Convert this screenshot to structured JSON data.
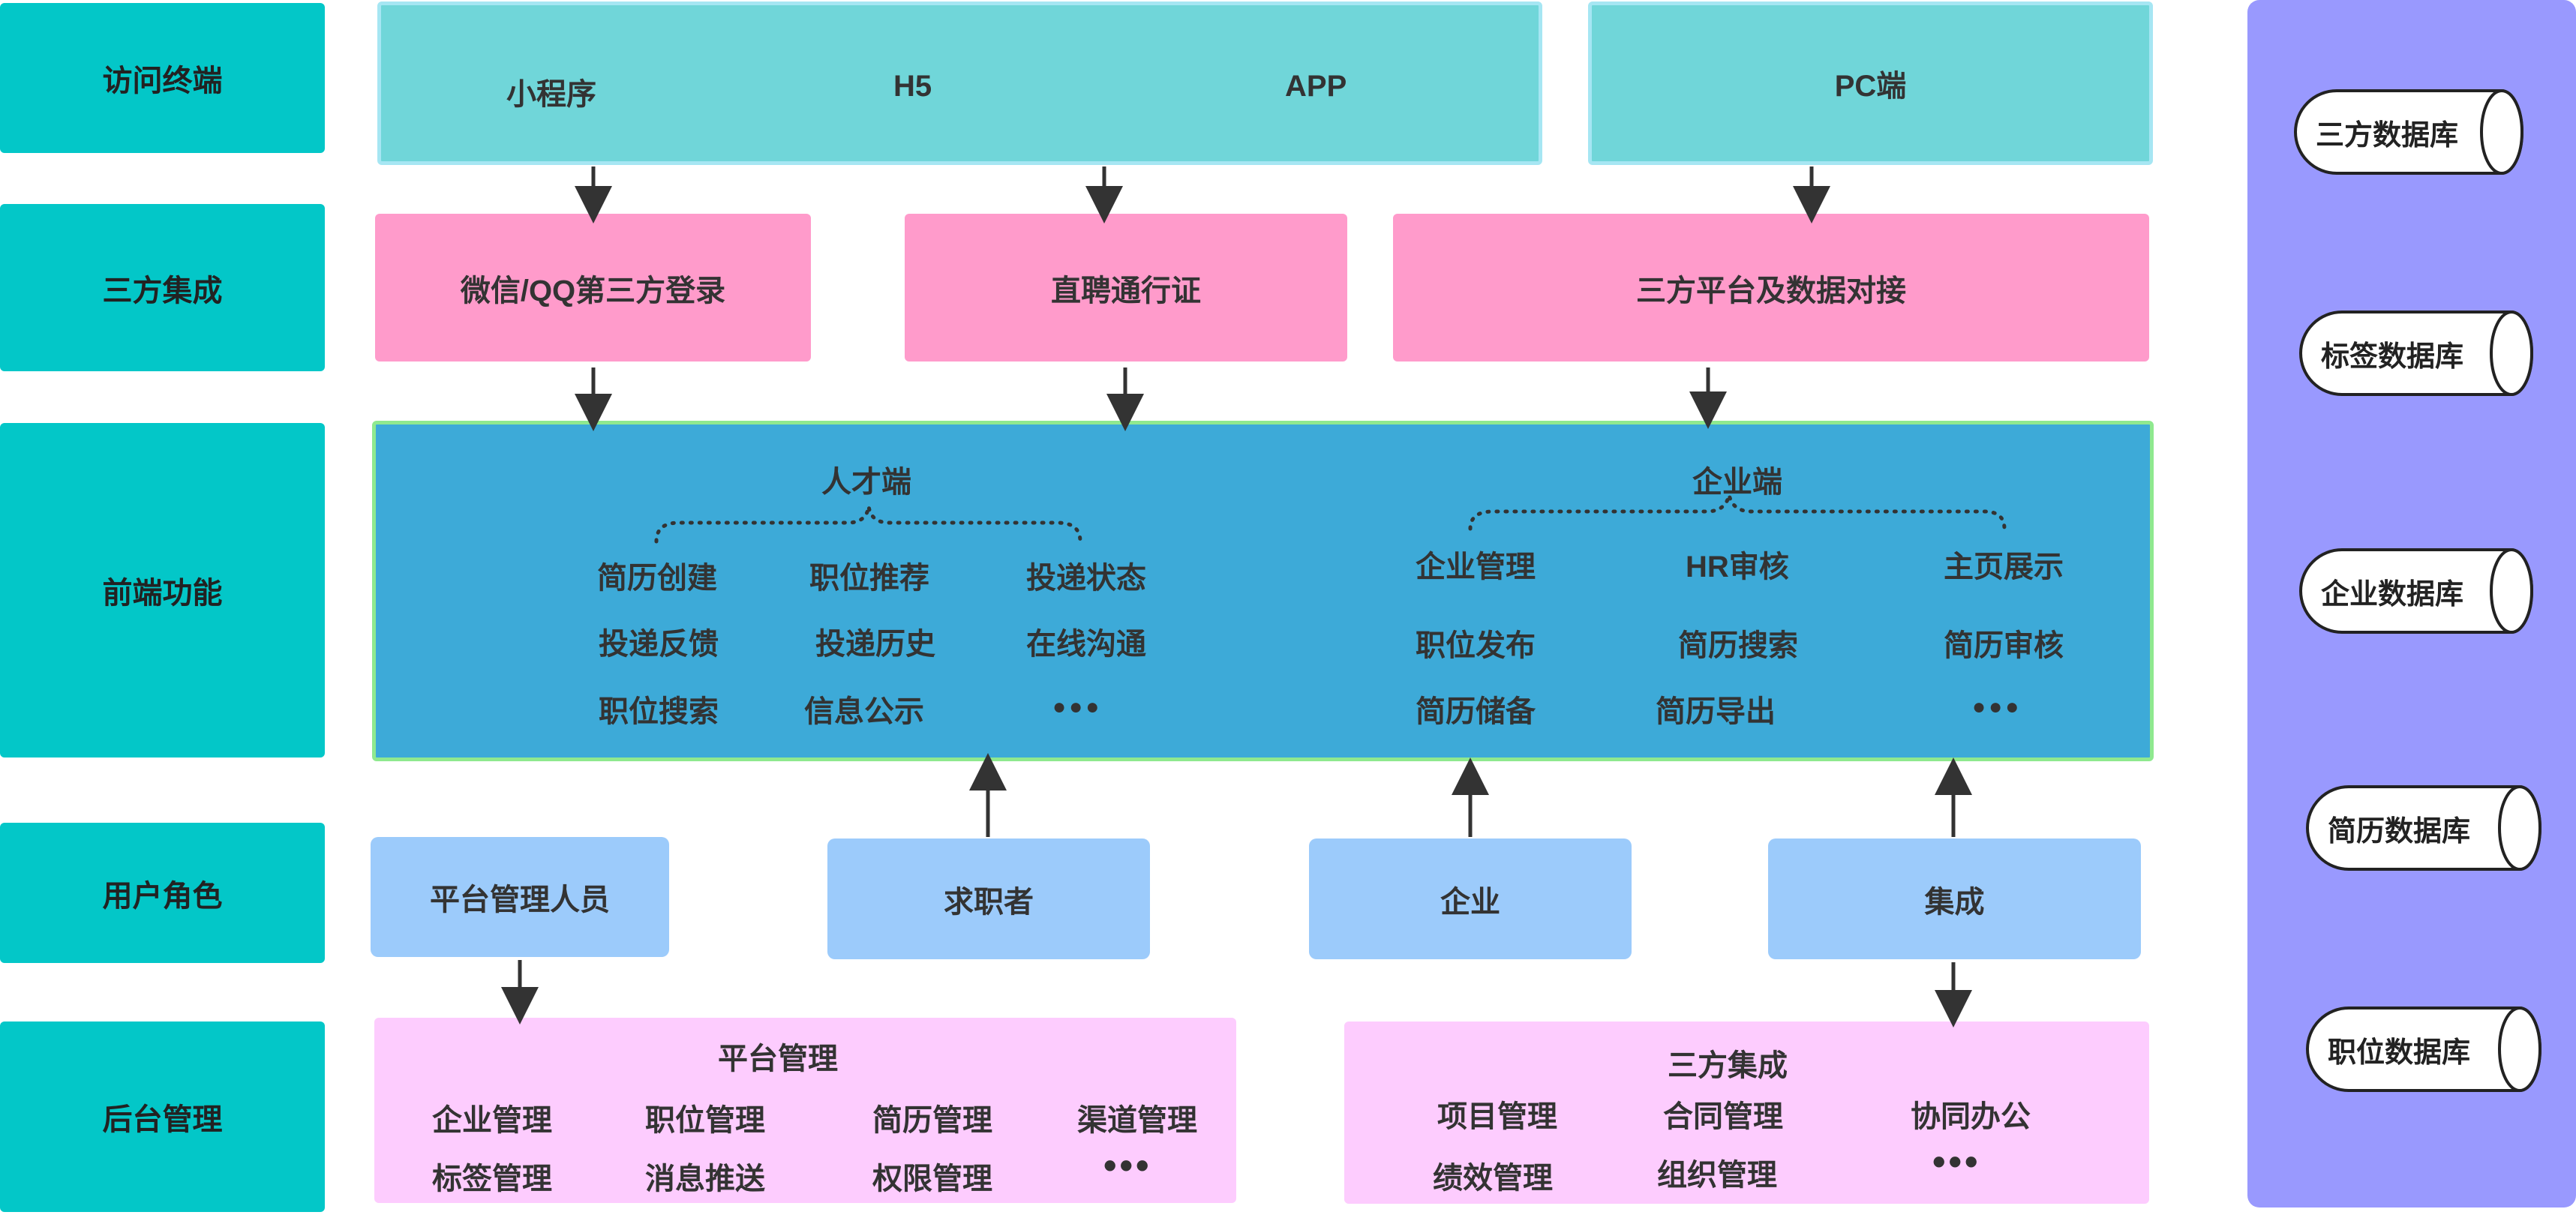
{
  "rows": {
    "access": "访问终端",
    "integration": "三方集成",
    "frontend": "前端功能",
    "roles": "用户角色",
    "backend": "后台管理"
  },
  "access": {
    "miniprogram": "小程序",
    "h5": "H5",
    "app": "APP",
    "pc": "PC端"
  },
  "integration": {
    "login": "微信/QQ第三方登录",
    "pass": "直聘通行证",
    "platform": "三方平台及数据对接"
  },
  "frontend": {
    "talent": {
      "title": "人才端",
      "items": [
        "简历创建",
        "职位推荐",
        "投递状态",
        "投递反馈",
        "投递历史",
        "在线沟通",
        "职位搜索",
        "信息公示"
      ],
      "more": "●●●"
    },
    "enterprise": {
      "title": "企业端",
      "items": [
        "企业管理",
        "HR审核",
        "主页展示",
        "职位发布",
        "简历搜索",
        "简历审核",
        "简历储备",
        "简历导出"
      ],
      "more": "●●●"
    }
  },
  "roles": {
    "admin": "平台管理人员",
    "seeker": "求职者",
    "company": "企业",
    "integration": "集成"
  },
  "backend": {
    "platform": {
      "title": "平台管理",
      "items": [
        "企业管理",
        "职位管理",
        "简历管理",
        "渠道管理",
        "标签管理",
        "消息推送",
        "权限管理"
      ],
      "more": "•••"
    },
    "third": {
      "title": "三方集成",
      "items": [
        "项目管理",
        "合同管理",
        "协同办公",
        "绩效管理",
        "组织管理"
      ],
      "more": "•••"
    }
  },
  "databases": [
    "三方数据库",
    "标签数据库",
    "企业数据库",
    "简历数据库",
    "职位数据库"
  ],
  "colors": {
    "row_label": "#03c7c8",
    "access": "#70d6d9",
    "integration": "#ff9bcb",
    "frontend": "#3daad8",
    "role": "#9ccbfb",
    "backend": "#fdccfe",
    "db_panel": "#9999fe"
  }
}
